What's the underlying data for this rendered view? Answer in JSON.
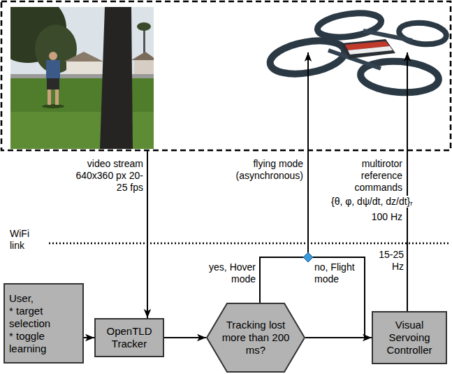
{
  "diagram": {
    "nodes": [
      {
        "text": [
          "User,",
          "* target selection",
          "* toggle learning"
        ]
      },
      {
        "text": [
          "OpenTLD Tracker"
        ]
      },
      {
        "text": [
          "Tracking lost more than 200 ms?"
        ]
      },
      {
        "text": [
          "Visual Servoing Controller"
        ]
      }
    ],
    "edges": [
      {
        "from": 0,
        "to": 1,
        "arrow": "to"
      },
      {
        "from": 1,
        "to": 2,
        "arrow": "to"
      },
      {
        "from": 2,
        "to": 3,
        "arrow": "to"
      }
    ],
    "labels": [
      "video stream 640x360 px 20-25 fps",
      "flying mode (asynchronous)",
      "multirotor reference commands",
      "{θ, φ, dψ/dt, dz/dt}ᵣ",
      "100 Hz",
      "WiFi link",
      "yes, Hover mode",
      "no, Flight mode",
      "15-25 Hz"
    ]
  }
}
